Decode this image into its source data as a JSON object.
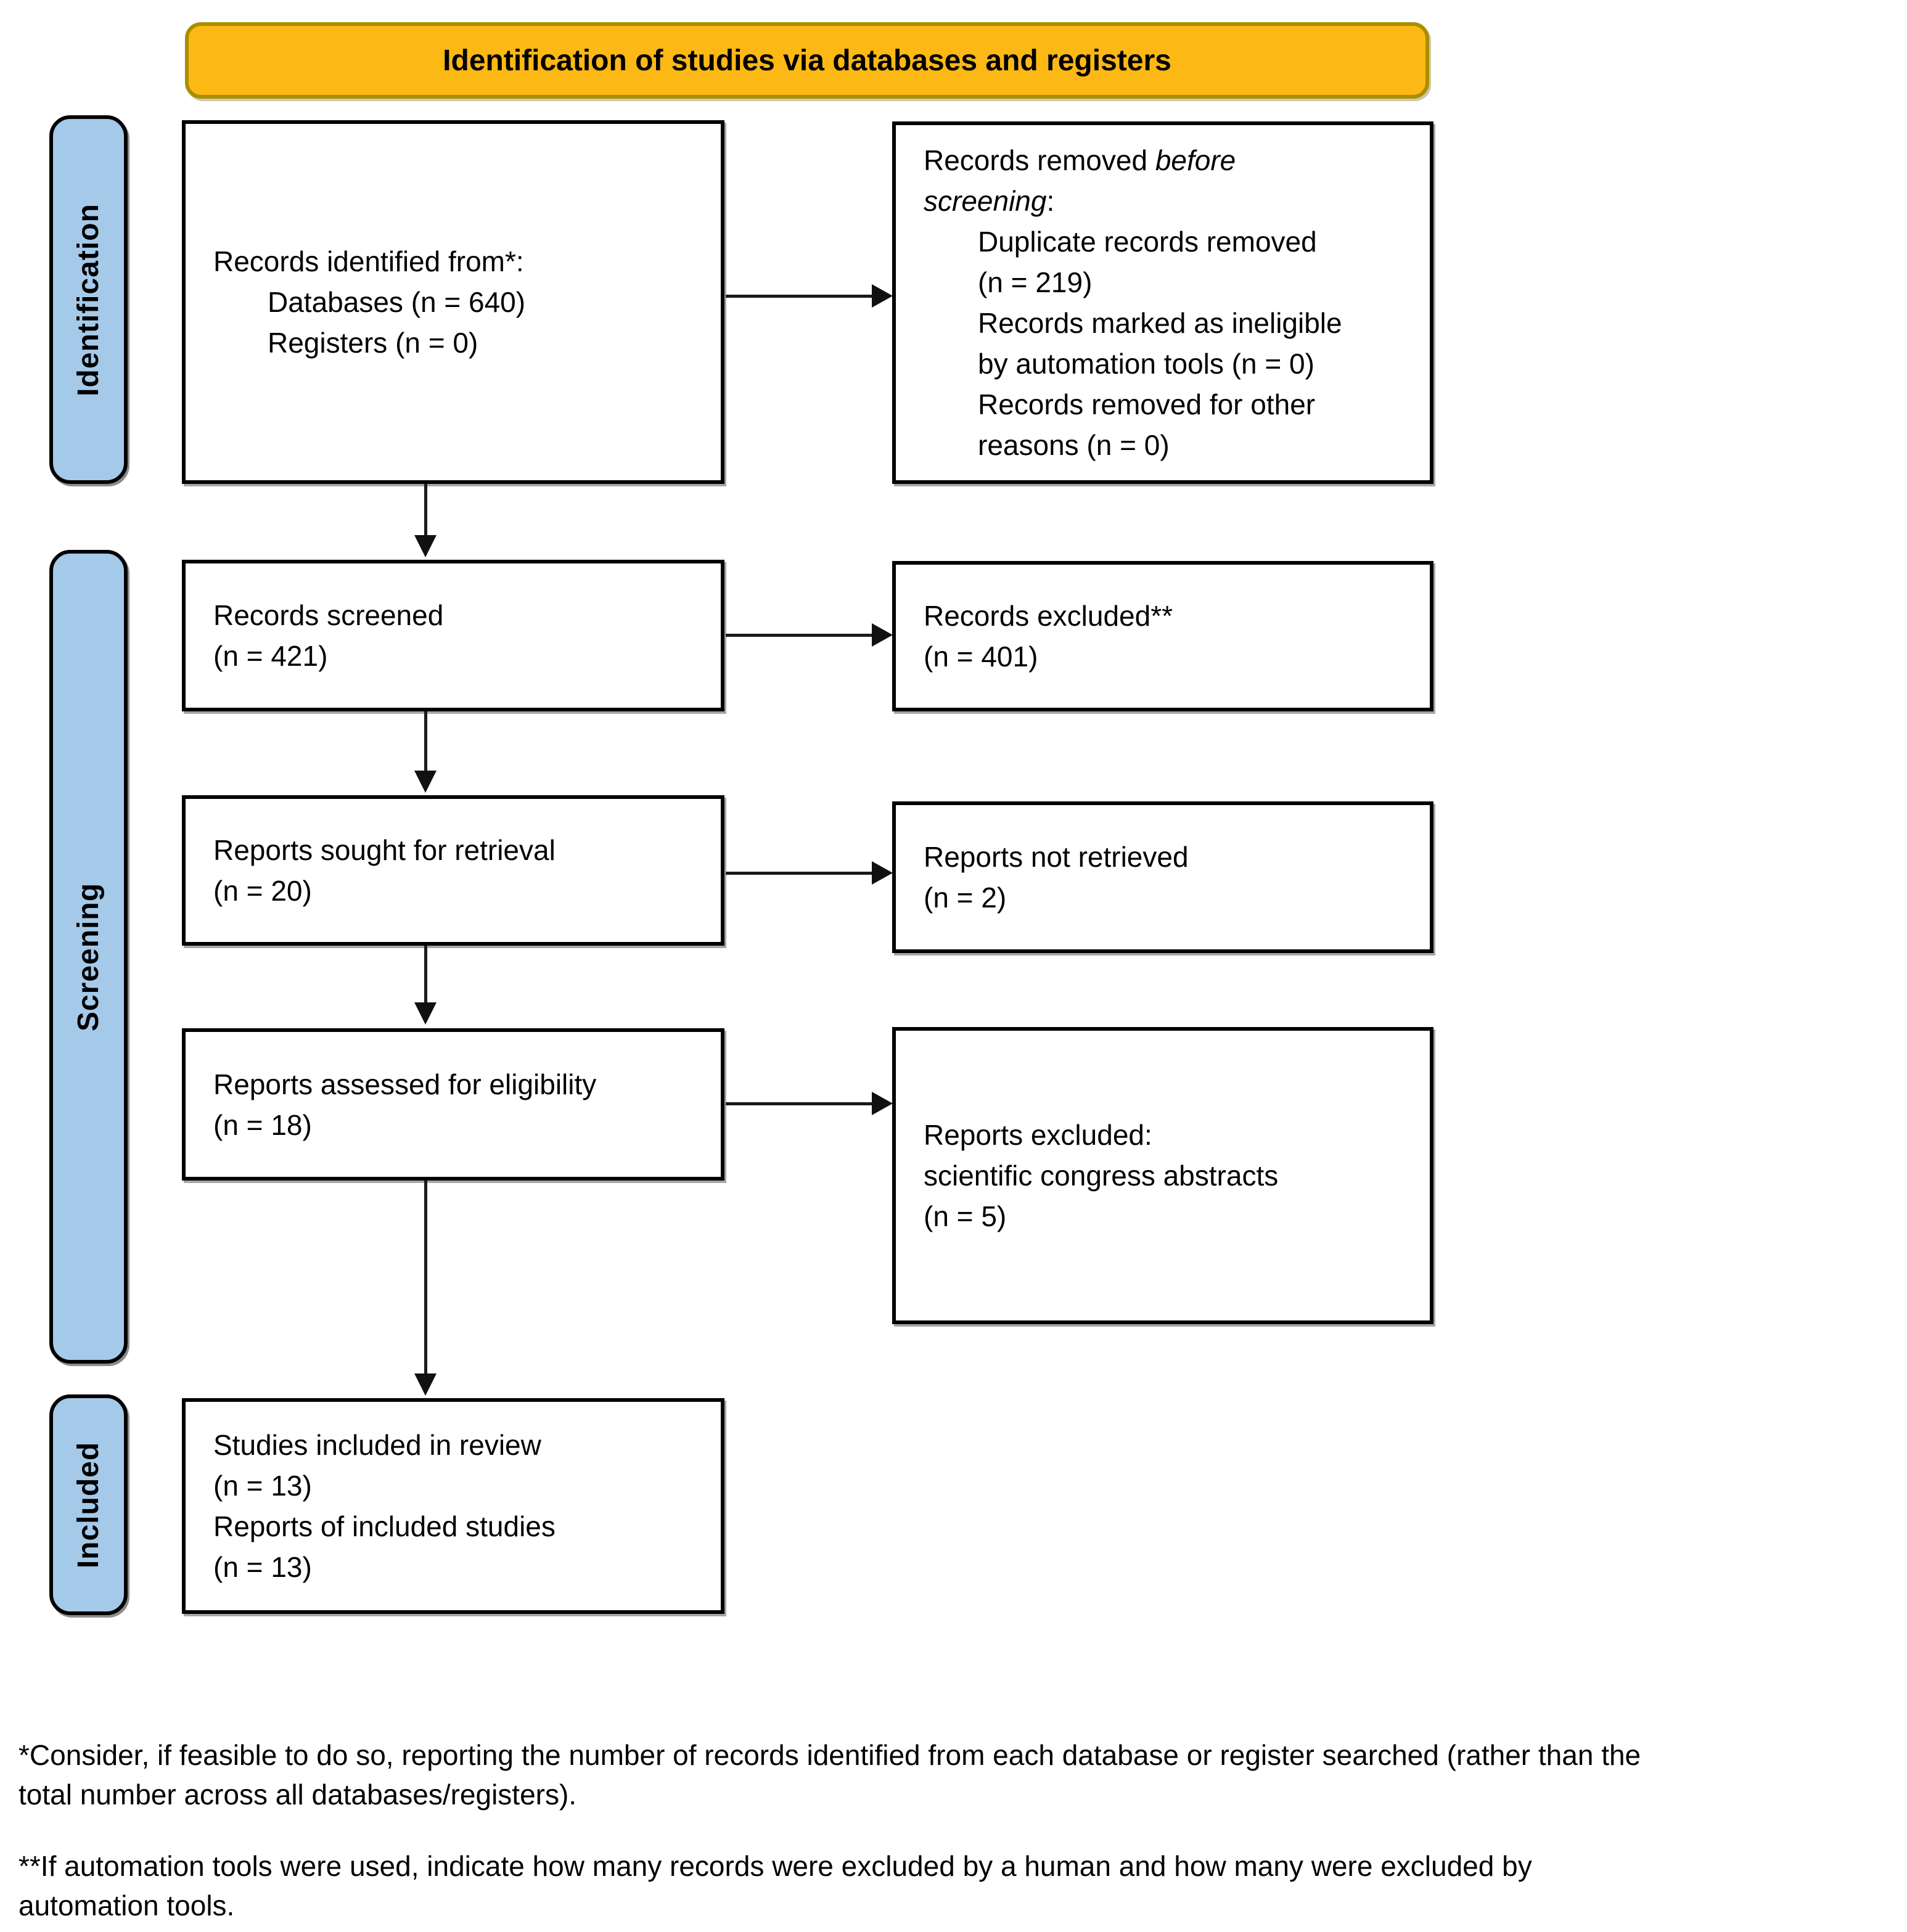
{
  "banner": {
    "title": "Identification of studies via databases and registers"
  },
  "stages": {
    "identification": "Identification",
    "screening": "Screening",
    "included": "Included"
  },
  "flow_boxes": {
    "records_identified": {
      "lines": [
        "Records identified from*:",
        "Databases (n = 640)",
        "Registers (n = 0)"
      ]
    },
    "records_removed": {
      "line1_normal": "Records removed ",
      "line1_italic": "before",
      "line2_italic": "screening",
      "line2_normal": ":",
      "items": [
        "Duplicate records removed",
        "(n = 219)",
        "Records marked as ineligible",
        "by automation tools (n = 0)",
        "Records removed for other",
        "reasons (n = 0)"
      ]
    },
    "records_screened": {
      "lines": [
        "Records screened",
        "(n = 421)"
      ]
    },
    "records_excluded": {
      "lines": [
        "Records excluded**",
        "(n = 401)"
      ]
    },
    "reports_sought": {
      "lines": [
        "Reports sought for retrieval",
        "(n = 20)"
      ]
    },
    "reports_not_retrieved": {
      "lines": [
        "Reports not retrieved",
        "(n = 2)"
      ]
    },
    "reports_assessed": {
      "lines": [
        "Reports assessed for eligibility",
        "(n = 18)"
      ]
    },
    "reports_excluded": {
      "lines": [
        "Reports excluded:",
        "scientific congress abstracts",
        "(n = 5)"
      ]
    },
    "studies_included": {
      "lines": [
        "Studies included in review",
        "(n = 13)",
        "Reports of included studies",
        "(n = 13)"
      ]
    }
  },
  "footnotes": {
    "note1": {
      "lines": [
        "*Consider, if feasible to do so, reporting the number of records identified from each database or register searched (rather than the",
        "total number across all databases/registers)."
      ]
    },
    "note2": {
      "lines": [
        "**If automation tools were used, indicate how many records were excluded by a human and how many were excluded by",
        "automation tools."
      ]
    }
  },
  "colors": {
    "banner_fill": "#FCB814",
    "banner_border": "#A98E00",
    "stage_fill": "#A5C9E9",
    "box_border": "#000000",
    "arrow": "#1A1A1A",
    "background": "#FFFFFF"
  }
}
